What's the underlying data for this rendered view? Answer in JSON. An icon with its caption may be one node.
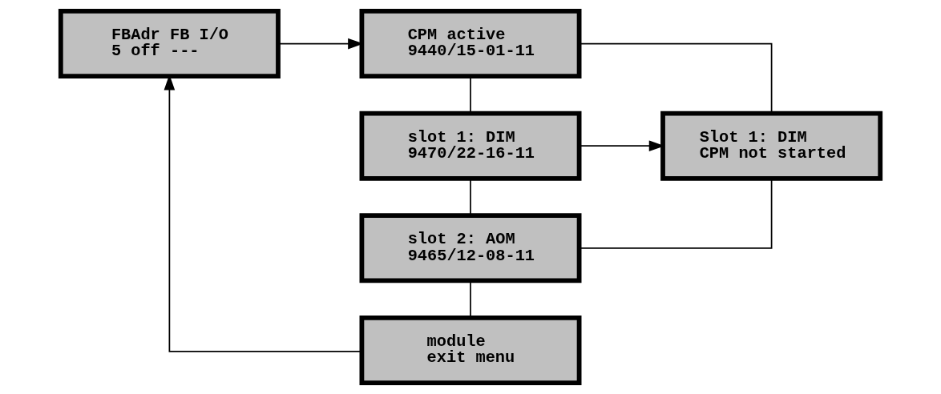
{
  "diagram": {
    "nodes": [
      {
        "text": [
          "FBAdr FB I/O",
          "5 off ---"
        ]
      },
      {
        "text": [
          "CPM active",
          "9440/15-01-11"
        ]
      },
      {
        "text": [
          "slot 1: DIM",
          "9470/22-16-11"
        ]
      },
      {
        "text": [
          "Slot 1: DIM",
          "CPM not started"
        ]
      },
      {
        "text": [
          "slot 2: AOM",
          "9465/12-08-11"
        ]
      },
      {
        "text": [
          "module",
          "exit menu"
        ]
      }
    ],
    "edges": [
      {
        "from": 0,
        "to": 1,
        "arrow": "to"
      },
      {
        "from": 1,
        "to": 2,
        "arrow": "none"
      },
      {
        "from": 2,
        "to": 3,
        "arrow": "to"
      },
      {
        "from": 1,
        "to": 3,
        "arrow": "none"
      },
      {
        "from": 2,
        "to": 4,
        "arrow": "none"
      },
      {
        "from": 4,
        "to": 3,
        "arrow": "none"
      },
      {
        "from": 4,
        "to": 5,
        "arrow": "none"
      },
      {
        "from": 5,
        "to": 0,
        "arrow": "to"
      }
    ]
  }
}
